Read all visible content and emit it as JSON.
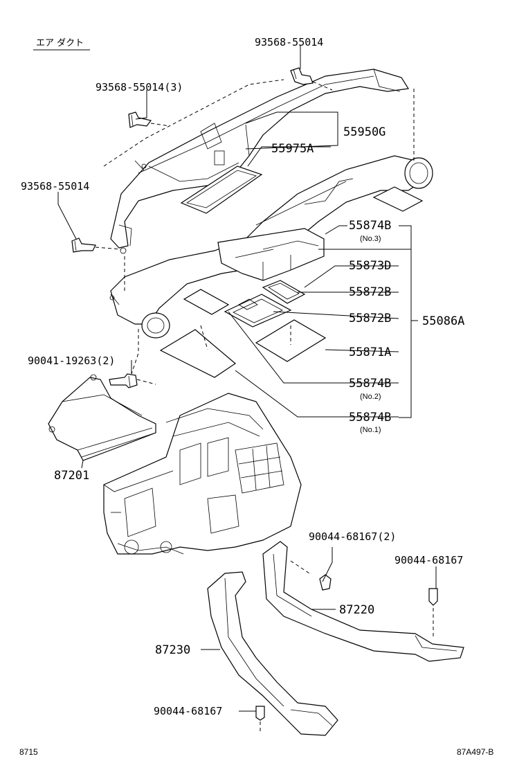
{
  "diagram": {
    "title": "エア ダクト",
    "footer_left": "8715",
    "footer_right": "87A497-B",
    "part_numbers": {
      "screw_top": "93568-55014",
      "screw_top_qty": "93568-55014(3)",
      "screw_left": "93568-55014",
      "duct_upper": "55950G",
      "filter_rect": "55975A",
      "p_55874B_no3": "55874B",
      "p_55874B_no3_note": "(No.3)",
      "p_55873D": "55873D",
      "p_55872B_a": "55872B",
      "p_55872B_b": "55872B",
      "assembly": "55086A",
      "p_55871A": "55871A",
      "p_55874B_no2": "55874B",
      "p_55874B_no2_note": "(No.2)",
      "p_55874B_no1": "55874B",
      "p_55874B_no1_note": "(No.1)",
      "bolt_left": "90041-19263(2)",
      "p_87201": "87201",
      "clip_qty": "90044-68167(2)",
      "clip_right": "90044-68167",
      "p_87220": "87220",
      "p_87230": "87230",
      "clip_bottom": "90044-68167"
    }
  }
}
